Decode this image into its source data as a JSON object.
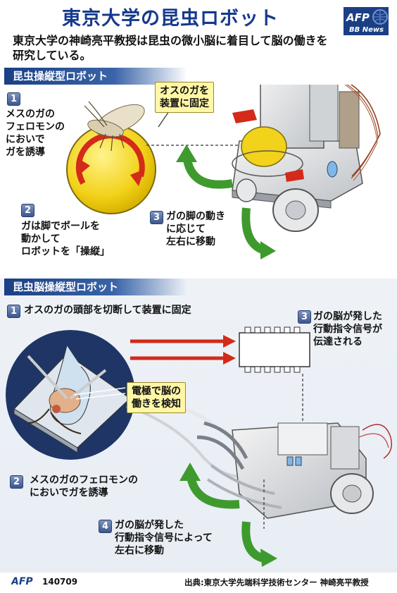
{
  "header": {
    "title": "東京大学の昆虫ロボット",
    "logo_main": "AFP",
    "logo_sub": "BB News"
  },
  "intro": "東京大学の神崎亮平教授は昆虫の微小脳に着目して脳の働きを研究している。",
  "section1": {
    "title": "昆虫操縦型ロボット",
    "steps": [
      {
        "num": "1",
        "text": "メスのガの\nフェロモンの\nにおいで\nガを誘導"
      },
      {
        "num": "2",
        "text": "ガは脚でボールを\n動かして\nロボットを「操縦」"
      },
      {
        "num": "3",
        "text": "ガの脚の動き\nに応じて\n左右に移動"
      }
    ],
    "callout": "オスのガを\n装置に固定"
  },
  "section2": {
    "title": "昆虫脳操縦型ロボット",
    "steps": [
      {
        "num": "1",
        "text": "オスのガの頭部を切断して装置に固定"
      },
      {
        "num": "2",
        "text": "メスのガのフェロモンの\nにおいでガを誘導"
      },
      {
        "num": "3",
        "text": "ガの脳が発した\n行動指令信号が\n伝達される"
      },
      {
        "num": "4",
        "text": "ガの脳が発した\n行動指令信号によって\n左右に移動"
      }
    ],
    "callout": "電極で脳の\n働きを検知"
  },
  "footer": {
    "agency": "AFP",
    "code": "140709",
    "source": "出典:東京大学先端科学技術センター 神崎亮平教授"
  },
  "colors": {
    "title_blue": "#143a8c",
    "section_bar": "#1a3f84",
    "ball_yellow": "#f2d21a",
    "arrow_red": "#d42a1a",
    "arrow_green": "#3f9a2e",
    "callout_fill": "#fff7a6"
  }
}
